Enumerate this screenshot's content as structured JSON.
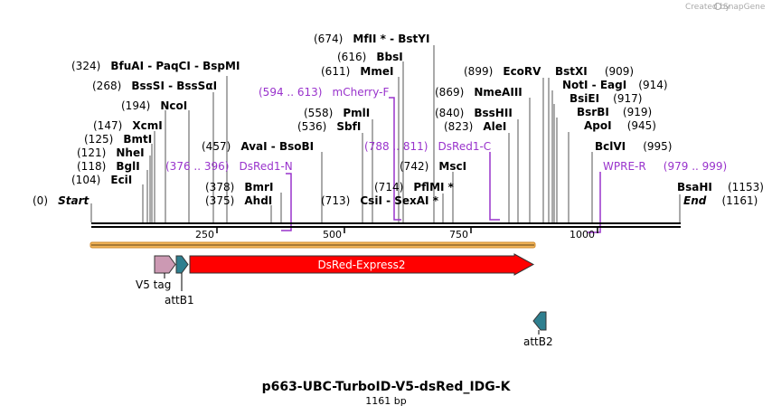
{
  "credit": {
    "text": "Created by",
    "brand": "SnapGene"
  },
  "title": "p663-UBC-TurboID-V5-dsRed_IDG-K",
  "subtitle": "1161 bp",
  "sequence_length": 1161,
  "ruler_ticks": [
    "250",
    "500",
    "750",
    "1000"
  ],
  "colors": {
    "primer": "#9933cc",
    "dsred_fill": "#ff0000",
    "v5_fill": "#cc99b3",
    "att_fill": "#2e7f8f",
    "selection_bar": "#f2b55a"
  },
  "labels": [
    {
      "pos": "(0)",
      "name": "Start",
      "italic": true
    },
    {
      "pos": "(104)",
      "name": "EciI"
    },
    {
      "pos": "(118)",
      "name": "BglI"
    },
    {
      "pos": "(121)",
      "name": "NheI"
    },
    {
      "pos": "(125)",
      "name": "BmtI"
    },
    {
      "pos": "(147)",
      "name": "XcmI"
    },
    {
      "pos": "(194)",
      "name": "NcoI"
    },
    {
      "pos": "(268)",
      "name": "BssSI - BssSαI"
    },
    {
      "pos": "(324)",
      "name": "BfuAI - PaqCI - BspMI"
    },
    {
      "pos": "(375)",
      "name": "AhdI"
    },
    {
      "pos": "(378)",
      "name": "BmrI"
    },
    {
      "pos": "(457)",
      "name": "AvaI - BsoBI"
    },
    {
      "pos": "(536)",
      "name": "SbfI"
    },
    {
      "pos": "(558)",
      "name": "PmlI"
    },
    {
      "pos": "(611)",
      "name": "MmeI"
    },
    {
      "pos": "(616)",
      "name": "BbsI"
    },
    {
      "pos": "(674)",
      "name": "MfII * - BstYI"
    },
    {
      "pos": "(713)",
      "name": "CsiI - SexAI *"
    },
    {
      "pos": "(714)",
      "name": "PflMI *"
    },
    {
      "pos": "(742)",
      "name": "MscI"
    },
    {
      "pos": "(823)",
      "name": "AleI"
    },
    {
      "pos": "(840)",
      "name": "BssHII"
    },
    {
      "pos": "(869)",
      "name": "NmeAIII"
    },
    {
      "pos": "(899)",
      "name": "EcoRV"
    },
    {
      "pos": "(909)",
      "name": "BstXI"
    },
    {
      "pos": "(914)",
      "name": "NotI - EagI"
    },
    {
      "pos": "(917)",
      "name": "BsiEI"
    },
    {
      "pos": "(919)",
      "name": "BsrBI"
    },
    {
      "pos": "(945)",
      "name": "ApoI"
    },
    {
      "pos": "(995)",
      "name": "BclVI"
    },
    {
      "pos": "(1153)",
      "name": "BsaHI"
    },
    {
      "pos": "(1161)",
      "name": "End",
      "italic": true
    }
  ],
  "primers": [
    {
      "range": "(376 .. 396)",
      "name": "DsRed1-N"
    },
    {
      "range": "(594 .. 613)",
      "name": "mCherry-F"
    },
    {
      "range": "(788 .. 811)",
      "name": "DsRed1-C"
    },
    {
      "range": "(979 .. 999)",
      "name": "WPRE-R"
    }
  ],
  "features": [
    {
      "name": "DsRed-Express2",
      "start": 195,
      "end": 872
    },
    {
      "name": "V5 tag",
      "start": 126,
      "end": 167
    },
    {
      "name": "attB1",
      "start": 167,
      "end": 192
    },
    {
      "name": "attB2",
      "start": 868,
      "end": 893
    }
  ]
}
